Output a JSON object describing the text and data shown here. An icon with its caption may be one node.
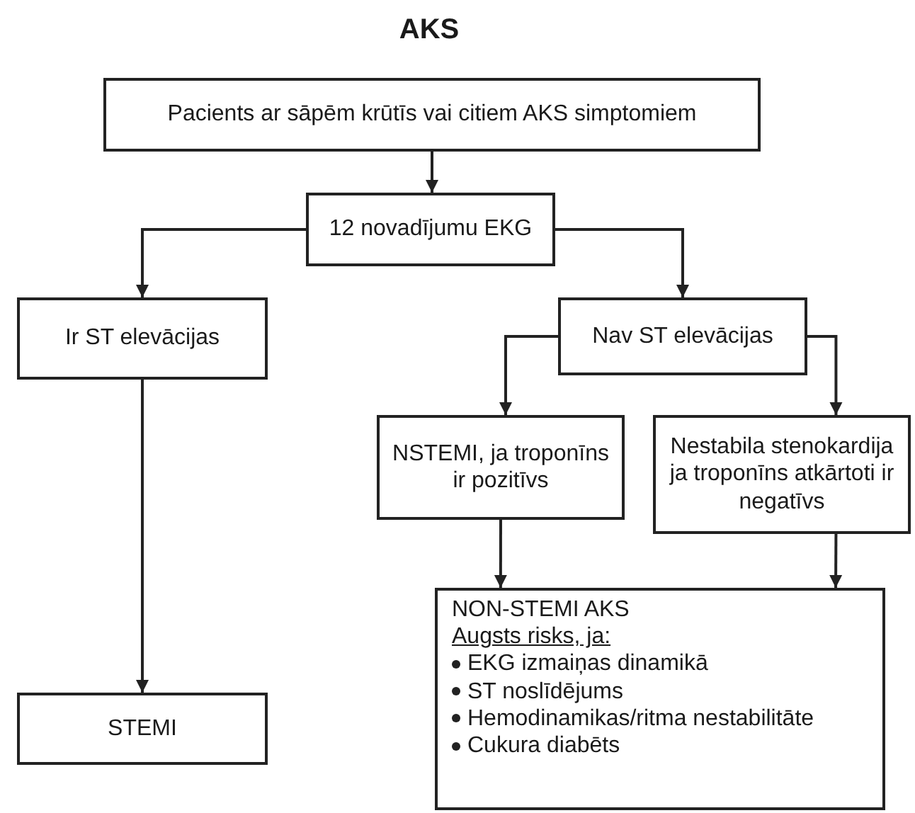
{
  "diagram": {
    "title": "AKS",
    "nodes": [
      {
        "text": [
          "Pacients ar sāpēm krūtīs vai citiem AKS simptomiem"
        ]
      },
      {
        "text": [
          "12 novadījumu EKG"
        ]
      },
      {
        "text": [
          "Ir ST elevācijas"
        ]
      },
      {
        "text": [
          "Nav ST elevācijas"
        ]
      },
      {
        "text": [
          "NSTEMI, ja troponīns ir pozitīvs"
        ]
      },
      {
        "text": [
          "Nestabila stenokardija ja troponīns atkārtoti ir negatīvs"
        ]
      },
      {
        "text": [
          "STEMI"
        ]
      },
      {
        "text": [
          "NON-STEMI AKS",
          "Augsts risks, ja:",
          "EKG izmaiņas dinamikā",
          "ST noslīdējums",
          "Hemodinamikas/ritma nestabilitāte",
          "Cukura diabēts"
        ]
      }
    ],
    "edges": [
      {
        "from": 0,
        "to": 1,
        "arrow": "to"
      },
      {
        "from": 1,
        "to": 2,
        "arrow": "to"
      },
      {
        "from": 1,
        "to": 3,
        "arrow": "to"
      },
      {
        "from": 2,
        "to": 6,
        "arrow": "to"
      },
      {
        "from": 3,
        "to": 4,
        "arrow": "to"
      },
      {
        "from": 3,
        "to": 5,
        "arrow": "to"
      },
      {
        "from": 4,
        "to": 7,
        "arrow": "to"
      },
      {
        "from": 5,
        "to": 7,
        "arrow": "to"
      }
    ]
  }
}
